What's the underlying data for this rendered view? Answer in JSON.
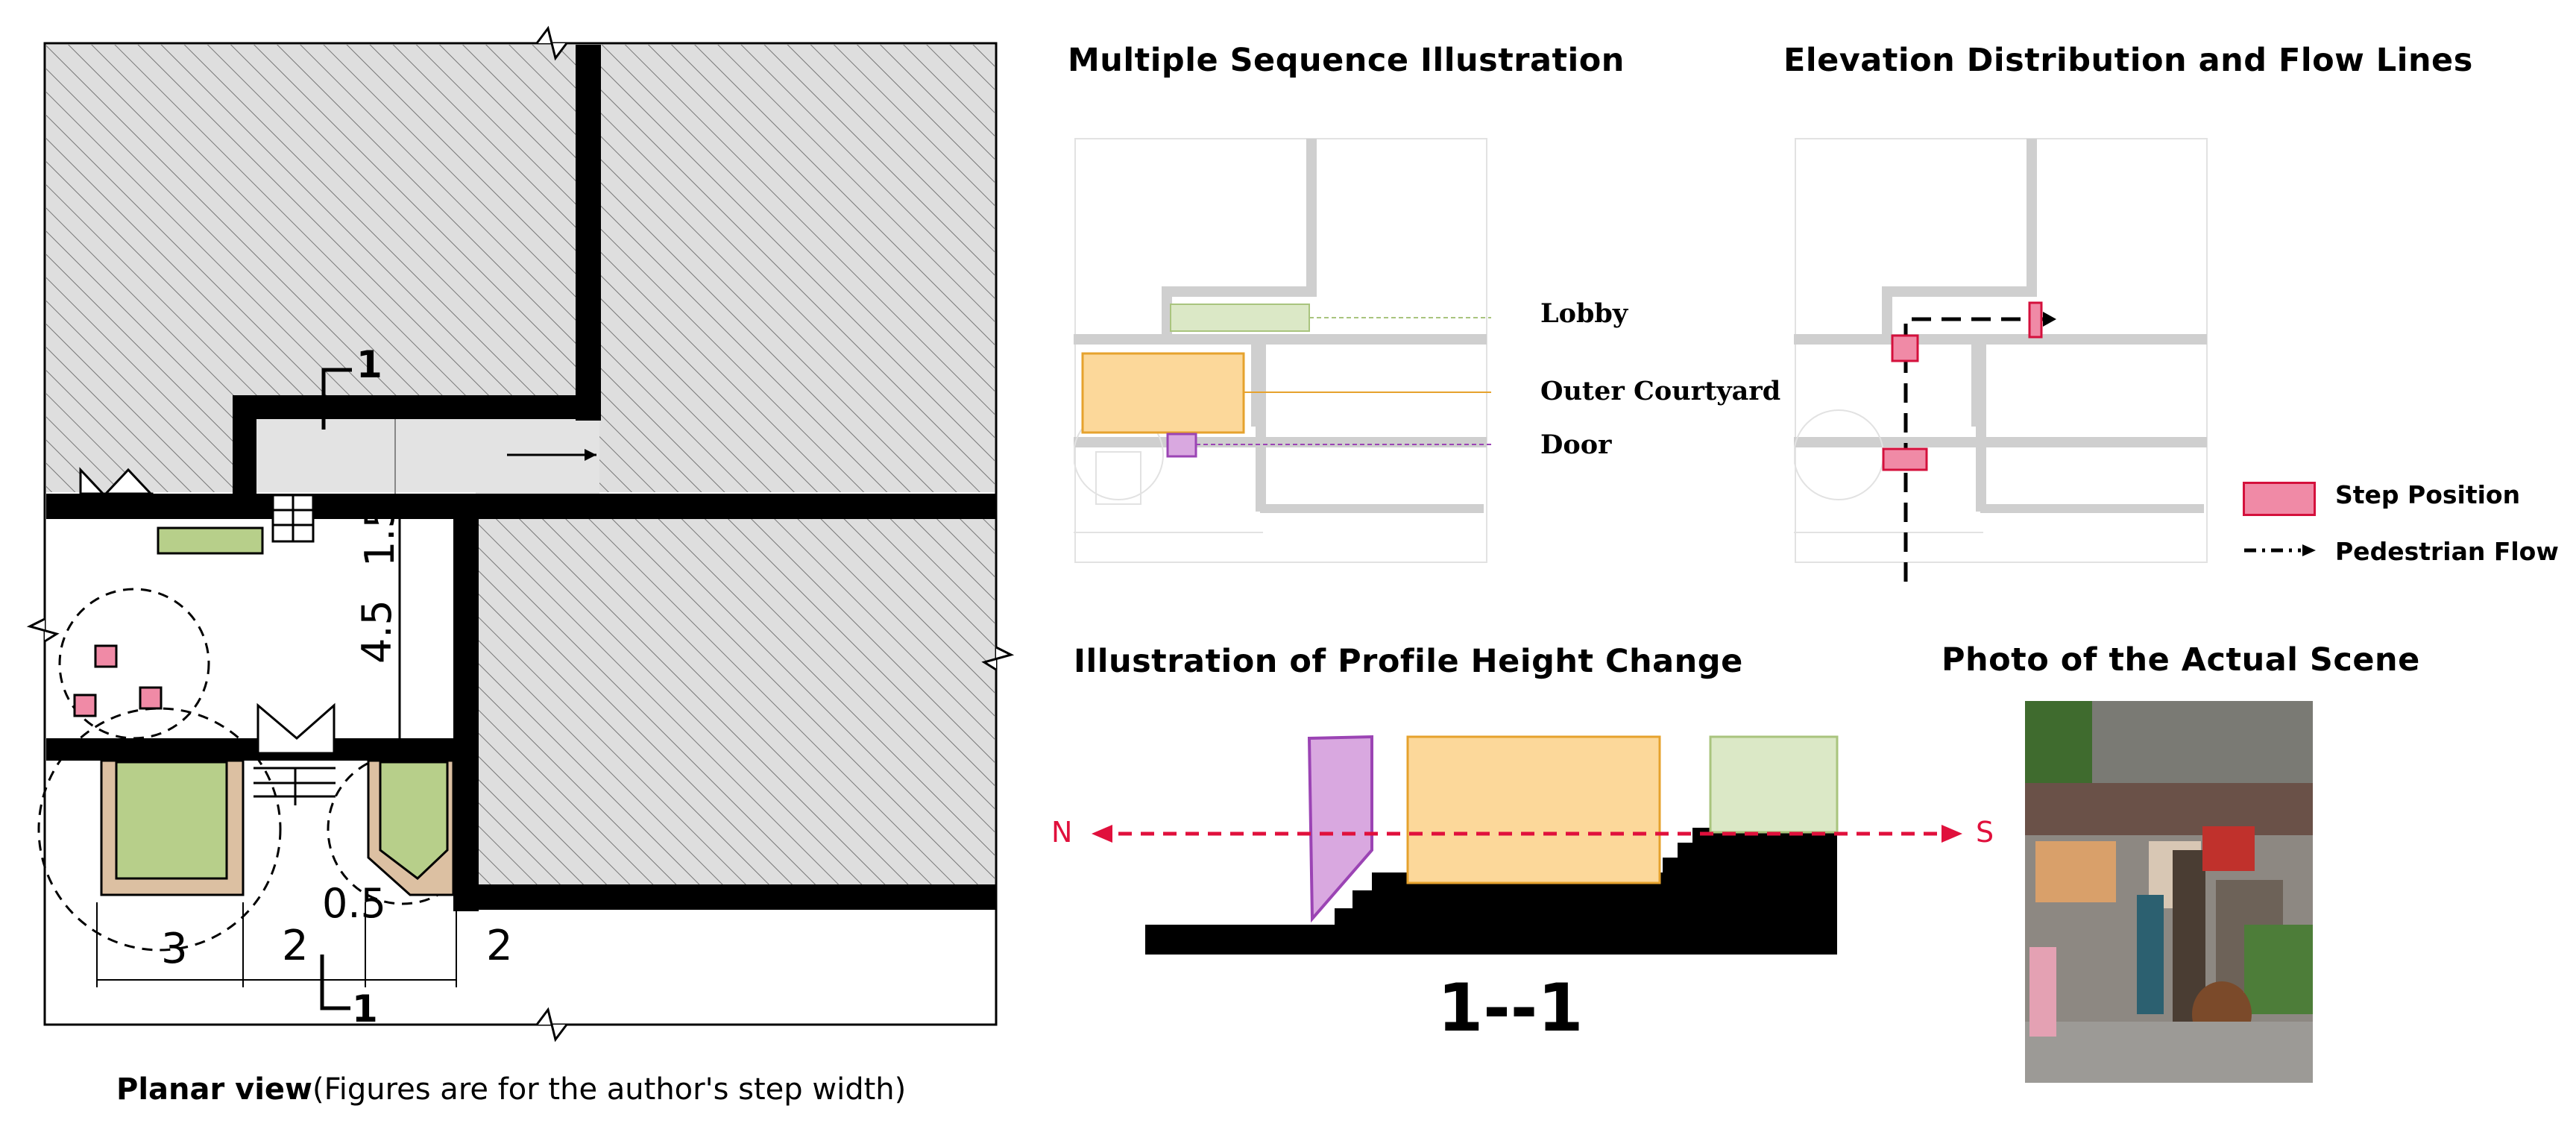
{
  "planar_view": {
    "caption_bold": "Planar view",
    "caption_rest": "(Figures are for the author's step width)",
    "section_marker_top": "1",
    "section_marker_bottom": "1",
    "dimensions": {
      "d_1_5": "1.5",
      "d_4_5": "4.5",
      "d_3": "3",
      "d_2_left": "2",
      "d_0_5": "0.5",
      "d_2_right": "2"
    }
  },
  "sequence": {
    "title": "Multiple Sequence Illustration",
    "labels": {
      "lobby": "Lobby",
      "outer_courtyard": "Outer Courtyard",
      "door": "Door"
    }
  },
  "elevation": {
    "title": "Elevation Distribution and Flow Lines",
    "legend": {
      "step_position": "Step Position",
      "pedestrian_flow": "Pedestrian Flow"
    }
  },
  "profile": {
    "title": "Illustration of Profile Height Change",
    "north": "N",
    "south": "S",
    "section_label": "1--1"
  },
  "photo": {
    "title": "Photo of the Actual Scene"
  },
  "colors": {
    "lobby": "#dbe8c6",
    "courtyard": "#fcd89a",
    "door": "#d9a8e0",
    "step": "#f08aa6",
    "green_plant": "#b7cf8a",
    "tan": "#dcc0a2",
    "axis_red": "#e0103c"
  }
}
